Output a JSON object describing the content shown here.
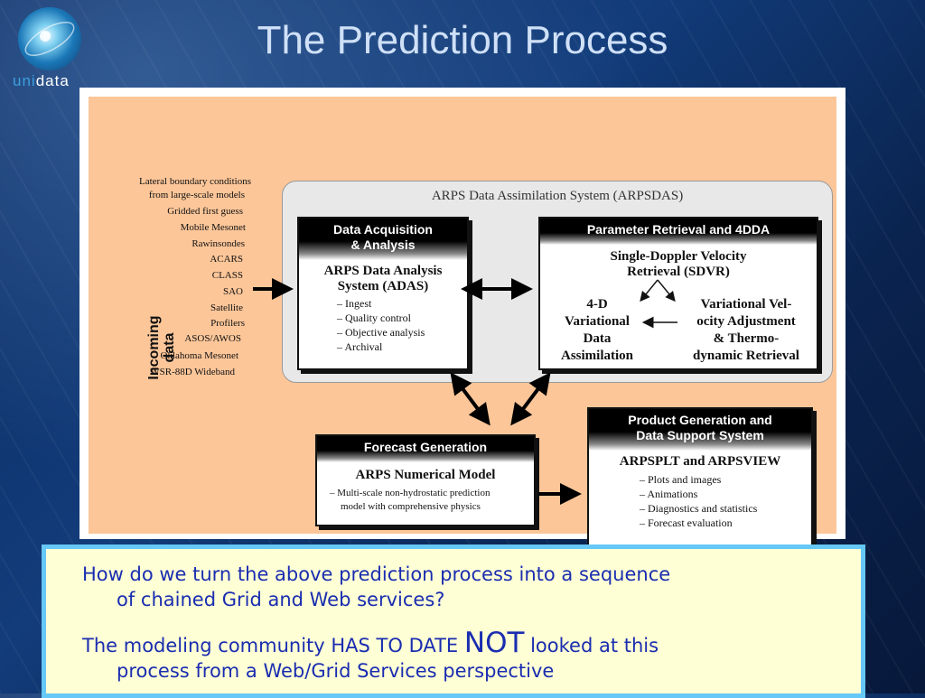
{
  "logo": {
    "text_uni": "uni",
    "text_data": "data"
  },
  "title": "The Prediction Process",
  "diagram": {
    "incoming_label_line1": "Incoming",
    "incoming_label_line2": "data",
    "incoming_sources": [
      "Lateral boundary conditions",
      "from large-scale models",
      "Gridded first guess",
      "Mobile Mesonet",
      "Rawinsondes",
      "ACARS",
      "CLASS",
      "SAO",
      "Satellite",
      "Profilers",
      "ASOS/AWOS",
      "Oklahoma Mesonet",
      "WSR-88D Wideband"
    ],
    "arpsdas_title": "ARPS Data Assimilation System (ARPSDAS)",
    "adas": {
      "header_line1": "Data Acquisition",
      "header_line2": "& Analysis",
      "title_line1": "ARPS Data Analysis",
      "title_line2": "System (ADAS)",
      "items": [
        "– Ingest",
        "– Quality control",
        "– Objective analysis",
        "– Archival"
      ]
    },
    "param": {
      "header": "Parameter Retrieval and 4DDA",
      "sdvr_line1": "Single-Doppler Velocity",
      "sdvr_line2": "Retrieval (SDVR)",
      "left_lines": [
        "4-D",
        "Variational",
        "Data",
        "Assimilation"
      ],
      "right_lines": [
        "Variational Vel-",
        "ocity Adjustment",
        "& Thermo-",
        "dynamic Retrieval"
      ]
    },
    "forecast": {
      "header": "Forecast Generation",
      "title": "ARPS Numerical Model",
      "item_line1": "– Multi-scale non-hydrostatic prediction",
      "item_line2": "model with comprehensive physics"
    },
    "product": {
      "header_line1": "Product Generation and",
      "header_line2": "Data Support System",
      "title": "ARPSPLT and ARPSVIEW",
      "items": [
        "– Plots and images",
        "– Animations",
        "– Diagnostics and statistics",
        "– Forecast evaluation"
      ]
    }
  },
  "caption": {
    "para1_line1": "How do we turn the above prediction process into a sequence",
    "para1_line2": "of chained Grid and Web services?",
    "para2_part1": "The modeling community HAS TO DATE ",
    "para2_not": "NOT",
    "para2_part2": " looked at this",
    "para2_line2": "process from a Web/Grid Services perspective"
  }
}
